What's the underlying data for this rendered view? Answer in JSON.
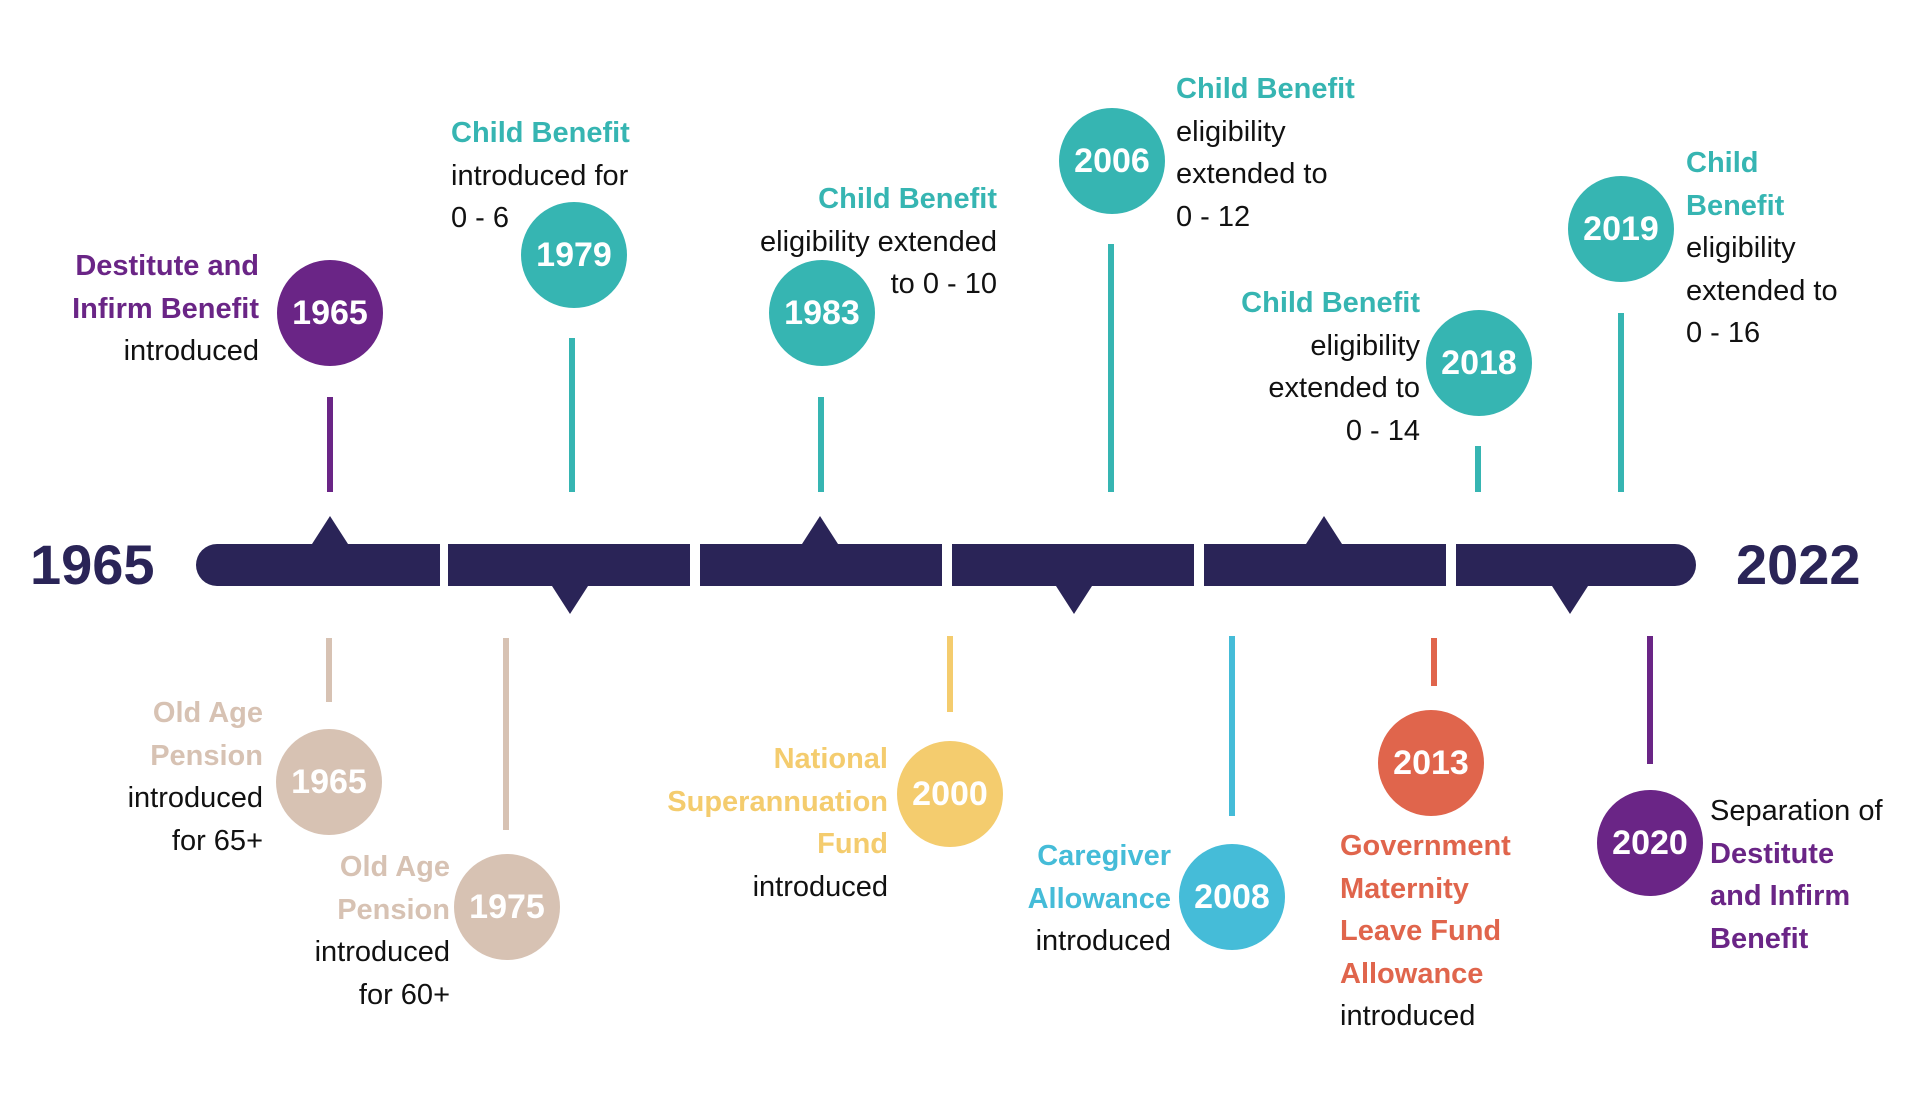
{
  "timeline": {
    "start_label": "1965",
    "end_label": "2022"
  },
  "colors": {
    "bar": "#2a2457",
    "purple": "#6a2586",
    "teal": "#36b5b2",
    "tan": "#d7c2b3",
    "yellow": "#f4cc6e",
    "blue": "#45bcd8",
    "orange": "#e0654c"
  },
  "events": [
    {
      "id": "destitute-1965",
      "year": "1965",
      "color": "purple",
      "heading": [
        "Destitute and",
        "Infirm Benefit"
      ],
      "text": [
        "introduced"
      ]
    },
    {
      "id": "child-1979",
      "year": "1979",
      "color": "teal",
      "heading": [
        "Child Benefit"
      ],
      "text": [
        "introduced for",
        "0 - 6"
      ]
    },
    {
      "id": "child-1983",
      "year": "1983",
      "color": "teal",
      "heading": [
        "Child Benefit"
      ],
      "text": [
        "eligibility extended",
        "to 0 - 10"
      ]
    },
    {
      "id": "child-2006",
      "year": "2006",
      "color": "teal",
      "heading": [
        "Child Benefit"
      ],
      "text": [
        "eligibility",
        "extended to",
        "0 - 12"
      ]
    },
    {
      "id": "child-2018",
      "year": "2018",
      "color": "teal",
      "heading": [
        "Child Benefit"
      ],
      "text": [
        "eligibility",
        "extended to",
        "0 - 14"
      ]
    },
    {
      "id": "child-2019",
      "year": "2019",
      "color": "teal",
      "heading": [
        "Child",
        "Benefit"
      ],
      "text": [
        "eligibility",
        "extended to",
        "0 - 16"
      ]
    },
    {
      "id": "pension-1965",
      "year": "1965",
      "color": "tan",
      "heading": [
        "Old Age",
        "Pension"
      ],
      "text": [
        "introduced",
        "for 65+"
      ]
    },
    {
      "id": "pension-1975",
      "year": "1975",
      "color": "tan",
      "heading": [
        "Old Age",
        "Pension"
      ],
      "text": [
        "introduced",
        "for 60+"
      ]
    },
    {
      "id": "fund-2000",
      "year": "2000",
      "color": "yellow",
      "heading": [
        "National",
        "Superannuation",
        "Fund"
      ],
      "text": [
        "introduced"
      ]
    },
    {
      "id": "caregiver-2008",
      "year": "2008",
      "color": "blue",
      "heading": [
        "Caregiver",
        "Allowance"
      ],
      "text": [
        "introduced"
      ]
    },
    {
      "id": "maternity-2013",
      "year": "2013",
      "color": "orange",
      "heading": [
        "Government",
        "Maternity",
        "Leave Fund",
        "Allowance"
      ],
      "text": [
        "introduced"
      ]
    },
    {
      "id": "separation-2020",
      "year": "2020",
      "color": "purple",
      "heading": [
        "Destitute",
        "and Infirm",
        "Benefit"
      ],
      "text": [
        "Separation of"
      ],
      "text_first": true
    }
  ]
}
